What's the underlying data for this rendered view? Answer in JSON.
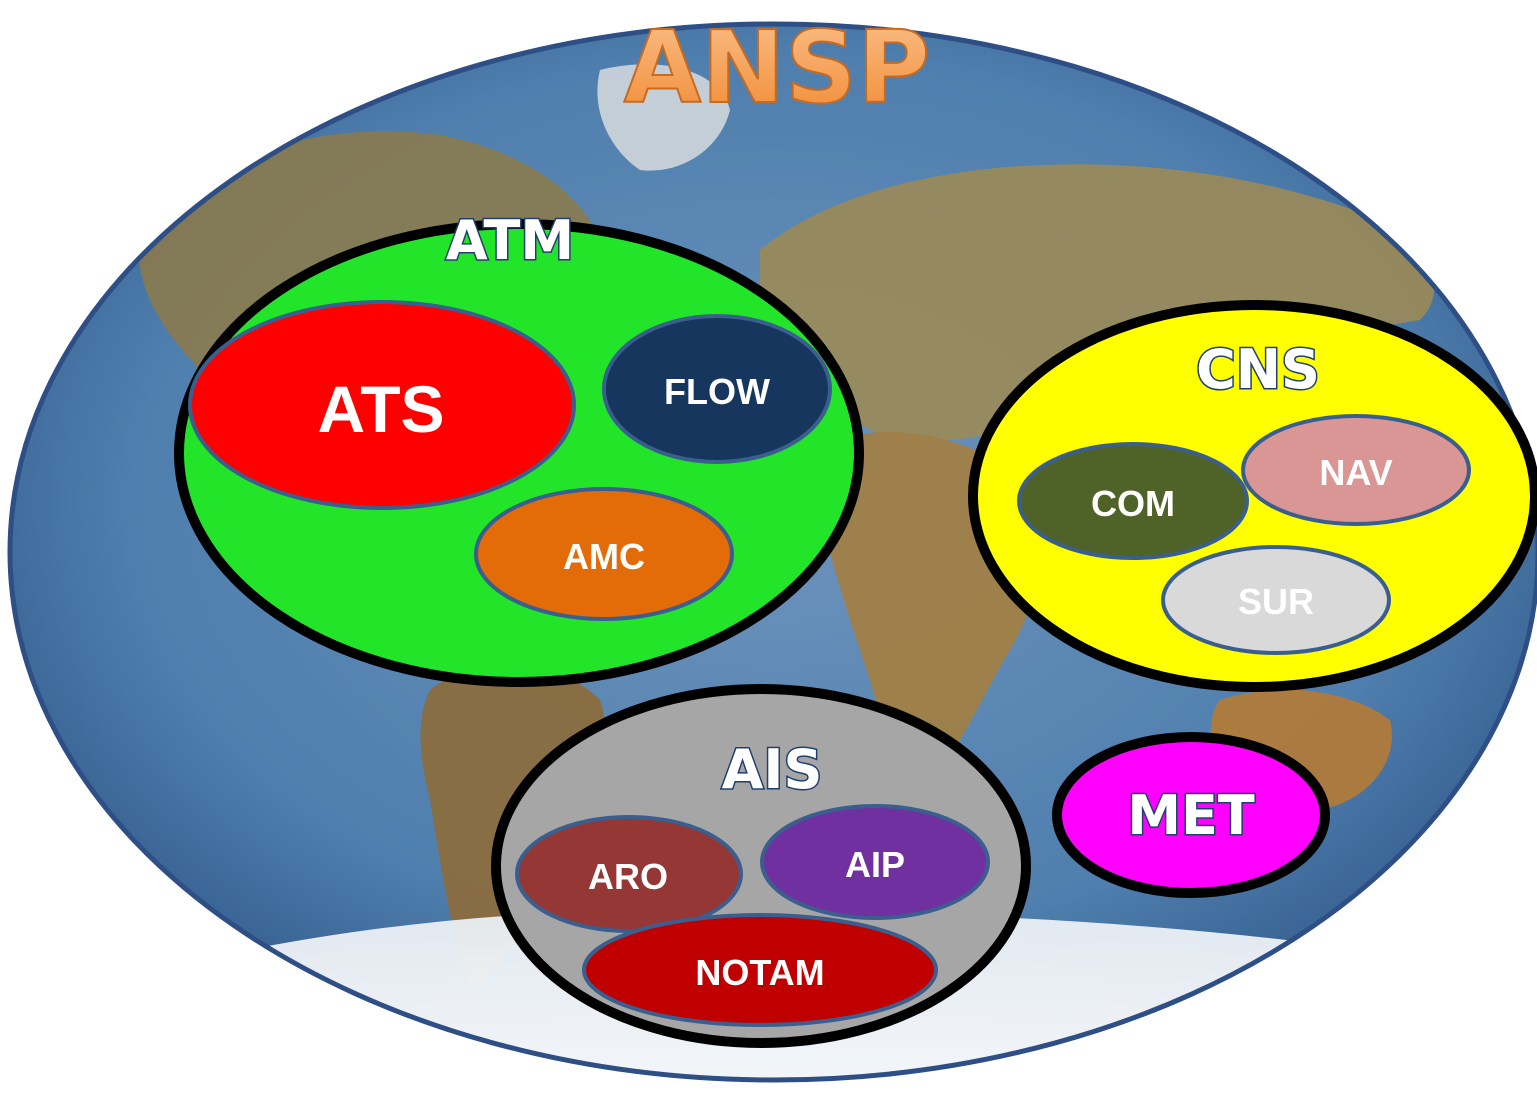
{
  "title": "ANSP",
  "background": {
    "kind": "world-map",
    "ocean": "#4f7fae",
    "land": "#9a8a5a",
    "border": "#2e4f86"
  },
  "groups": {
    "atm": {
      "label": "ATM",
      "fill": "#22e52a",
      "items": {
        "ats": {
          "label": "ATS",
          "fill": "#ff0000"
        },
        "flow": {
          "label": "FLOW",
          "fill": "#17365d"
        },
        "amc": {
          "label": "AMC",
          "fill": "#e36c09"
        }
      }
    },
    "cns": {
      "label": "CNS",
      "fill": "#ffff00",
      "items": {
        "com": {
          "label": "COM",
          "fill": "#4f6228"
        },
        "nav": {
          "label": "NAV",
          "fill": "#d99694"
        },
        "sur": {
          "label": "SUR",
          "fill": "#d9d9d9"
        }
      }
    },
    "ais": {
      "label": "AIS",
      "fill": "#a6a6a6",
      "items": {
        "aro": {
          "label": "ARO",
          "fill": "#953735"
        },
        "aip": {
          "label": "AIP",
          "fill": "#7030a0"
        },
        "notam": {
          "label": "NOTAM",
          "fill": "#c00000"
        }
      }
    },
    "met": {
      "label": "MET",
      "fill": "#ff00ff"
    }
  },
  "colors": {
    "title_fill": "#f79646",
    "group_label_fill": "#ffffff",
    "group_label_stroke": "#1f3f70",
    "ellipse_border": "#000000",
    "inner_border": "#3a5f8f"
  }
}
